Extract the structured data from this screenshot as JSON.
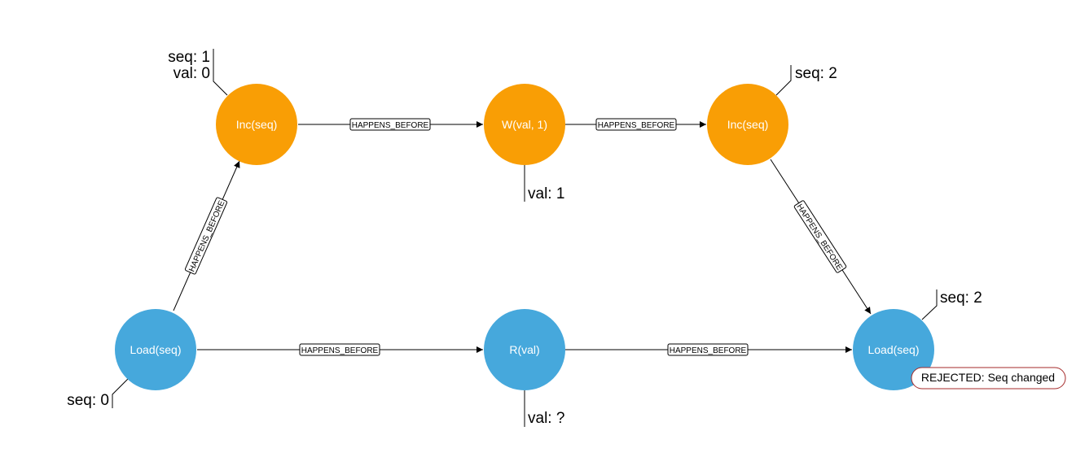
{
  "colors": {
    "write_node": "#F99E05",
    "read_node": "#46A8DC",
    "edge": "#000000",
    "rejected_border": "#A52A2A"
  },
  "nodes": {
    "inc1": {
      "label": "Inc(seq)",
      "kind": "write"
    },
    "w": {
      "label": "W(val, 1)",
      "kind": "write"
    },
    "inc2": {
      "label": "Inc(seq)",
      "kind": "write"
    },
    "load1": {
      "label": "Load(seq)",
      "kind": "read"
    },
    "r": {
      "label": "R(val)",
      "kind": "read"
    },
    "load2": {
      "label": "Load(seq)",
      "kind": "read"
    }
  },
  "edges": {
    "load1_inc1": {
      "label": "HAPPENS_BEFORE"
    },
    "inc1_w": {
      "label": "HAPPENS_BEFORE"
    },
    "w_inc2": {
      "label": "HAPPENS_BEFORE"
    },
    "inc2_load2": {
      "label": "HAPPENS_BEFORE"
    },
    "load1_r": {
      "label": "HAPPENS_BEFORE"
    },
    "r_load2": {
      "label": "HAPPENS_BEFORE"
    }
  },
  "annotations": {
    "inc1_seq": "seq: 1",
    "inc1_val": "val: 0",
    "w_val": "val: 1",
    "inc2_seq": "seq: 2",
    "load1_seq": "seq: 0",
    "r_val": "val: ?",
    "load2_seq": "seq: 2"
  },
  "badge": {
    "text": "REJECTED: Seq changed"
  }
}
